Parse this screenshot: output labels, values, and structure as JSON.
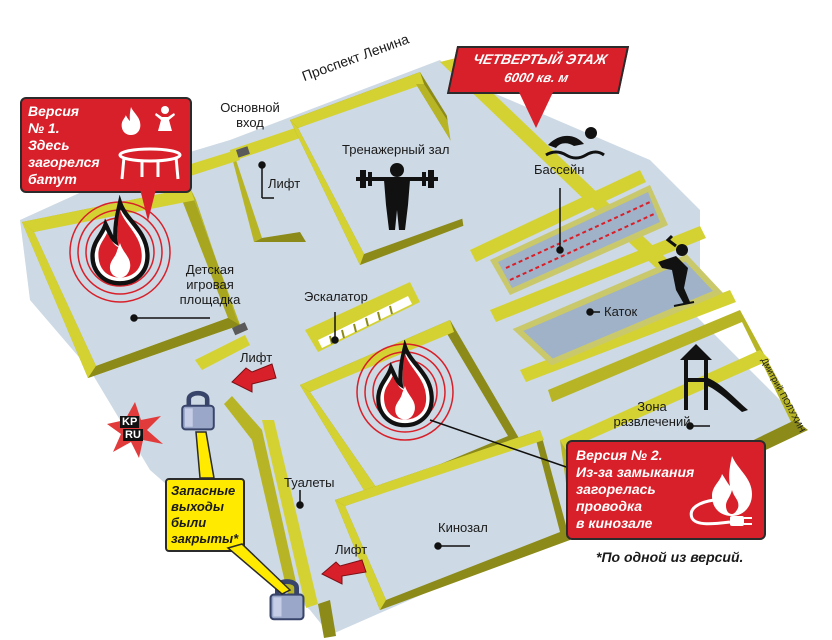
{
  "floor_banner": {
    "title": "ЧЕТВЕРТЫЙ ЭТАЖ",
    "area": "6000 кв. м"
  },
  "streets": {
    "lenina": "Проспект Ленина",
    "polukhin": "Дмитрий ПОЛУХИН"
  },
  "entrance": {
    "line1": "Основной",
    "line2": "вход"
  },
  "rooms": {
    "gym": "Тренажерный зал",
    "pool": "Бассейн",
    "rink": "Каток",
    "kids_l1": "Детская",
    "kids_l2": "игровая",
    "kids_l3": "площадка",
    "escalator": "Эскалатор",
    "fun_l1": "Зона",
    "fun_l2": "развлечений",
    "toilets": "Туалеты",
    "cinema": "Кинозал"
  },
  "lifts": {
    "top": "Лифт",
    "middle": "Лифт",
    "bottom": "Лифт"
  },
  "version1": {
    "l1": "Версия",
    "l2": "№ 1.",
    "l3": "Здесь",
    "l4": "загорелся",
    "l5": "батут"
  },
  "version2": {
    "l1": "Версия № 2.",
    "l2": "Из-за замыкания",
    "l3": "загорелась",
    "l4": "проводка",
    "l5": "в кинозале"
  },
  "exits": {
    "l1": "Запасные",
    "l2": "выходы",
    "l3": "были",
    "l4": "закрыты*"
  },
  "footnote": "*По одной из версий.",
  "logo": {
    "l1": "KP",
    "l2": "RU"
  },
  "colors": {
    "wall": "#d4d232",
    "wall_dark": "#8c8a18",
    "floor": "#cdd9e4",
    "accent": "#d8202a",
    "pool": "#9fb2c8"
  }
}
